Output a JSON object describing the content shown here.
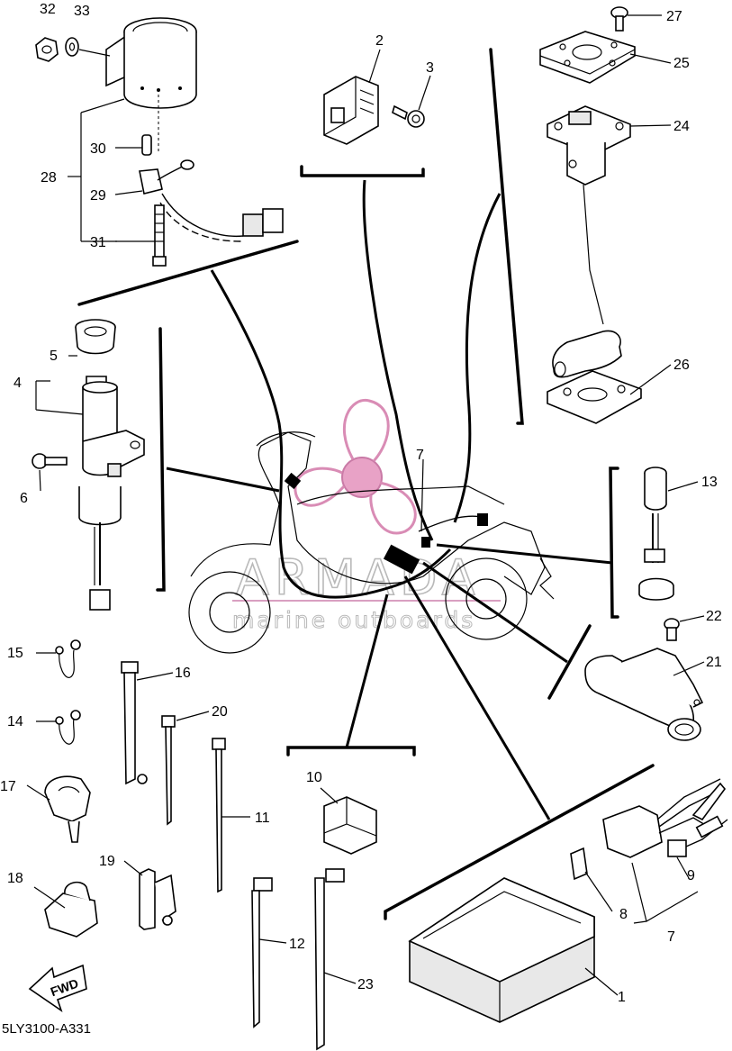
{
  "watermark": {
    "brand": "ARMADA",
    "tagline": "marine outboards",
    "logo_icon": "propeller-logo-icon",
    "logo_color": "#e8a2c6"
  },
  "diagram_code": "5LY3100-A331",
  "fwd_label": "FWD",
  "callouts": [
    {
      "id": "c1",
      "label": "1"
    },
    {
      "id": "c2",
      "label": "2"
    },
    {
      "id": "c3",
      "label": "3"
    },
    {
      "id": "c4",
      "label": "4"
    },
    {
      "id": "c5",
      "label": "5"
    },
    {
      "id": "c6",
      "label": "6"
    },
    {
      "id": "c7a",
      "label": "7"
    },
    {
      "id": "c7b",
      "label": "7"
    },
    {
      "id": "c8",
      "label": "8"
    },
    {
      "id": "c9",
      "label": "9"
    },
    {
      "id": "c10",
      "label": "10"
    },
    {
      "id": "c11",
      "label": "11"
    },
    {
      "id": "c12",
      "label": "12"
    },
    {
      "id": "c13",
      "label": "13"
    },
    {
      "id": "c14",
      "label": "14"
    },
    {
      "id": "c15",
      "label": "15"
    },
    {
      "id": "c16",
      "label": "16"
    },
    {
      "id": "c17",
      "label": "17"
    },
    {
      "id": "c18",
      "label": "18"
    },
    {
      "id": "c19",
      "label": "19"
    },
    {
      "id": "c20",
      "label": "20"
    },
    {
      "id": "c21",
      "label": "21"
    },
    {
      "id": "c22",
      "label": "22"
    },
    {
      "id": "c23",
      "label": "23"
    },
    {
      "id": "c24",
      "label": "24"
    },
    {
      "id": "c25",
      "label": "25"
    },
    {
      "id": "c26",
      "label": "26"
    },
    {
      "id": "c27",
      "label": "27"
    },
    {
      "id": "c28",
      "label": "28"
    },
    {
      "id": "c29",
      "label": "29"
    },
    {
      "id": "c30",
      "label": "30"
    },
    {
      "id": "c31",
      "label": "31"
    },
    {
      "id": "c32",
      "label": "32"
    },
    {
      "id": "c33",
      "label": "33"
    }
  ]
}
